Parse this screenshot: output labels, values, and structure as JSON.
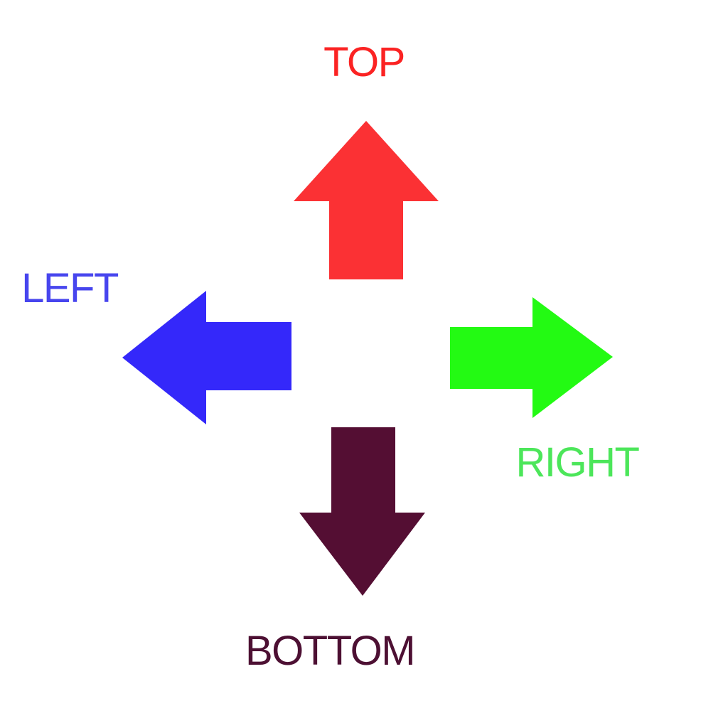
{
  "background": "#ffffff",
  "labels": {
    "top": {
      "text": "TOP",
      "color": "#fb2323"
    },
    "left": {
      "text": "LEFT",
      "color": "#4745ee"
    },
    "right": {
      "text": "RIGHT",
      "color": "#4ce65a"
    },
    "bottom": {
      "text": "BOTTOM",
      "color": "#4d1033"
    }
  },
  "arrows": {
    "up": {
      "direction": "up",
      "color": "#fb3134"
    },
    "left": {
      "direction": "left",
      "color": "#3428fa"
    },
    "right": {
      "direction": "right",
      "color": "#23fa13"
    },
    "down": {
      "direction": "down",
      "color": "#540e33"
    }
  }
}
